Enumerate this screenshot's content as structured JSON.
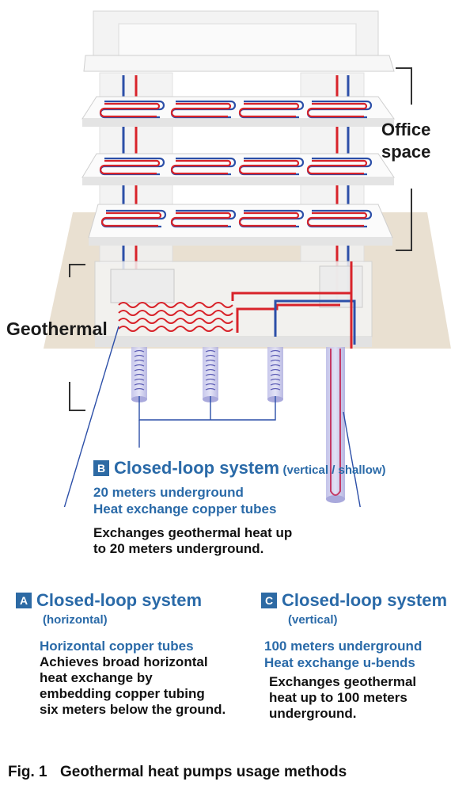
{
  "labels": {
    "office_line1": "Office",
    "office_line2": "space",
    "geothermal": "Geothermal"
  },
  "systems": {
    "b": {
      "letter": "B",
      "title": "Closed-loop system",
      "subtitle": "(vertical / shallow)",
      "line1": "20 meters underground",
      "line2": "Heat exchange copper tubes",
      "desc1": "Exchanges geothermal heat up",
      "desc2": "to 20 meters underground."
    },
    "a": {
      "letter": "A",
      "title": "Closed-loop system",
      "subtitle": "(horizontal)",
      "line1": "Horizontal copper tubes",
      "desc1": "Achieves broad horizontal",
      "desc2": "heat exchange by",
      "desc3": "embedding copper tubing",
      "desc4": "six meters below the ground."
    },
    "c": {
      "letter": "C",
      "title": "Closed-loop system",
      "subtitle": "(vertical)",
      "line1": "100 meters underground",
      "line2": "Heat exchange u-bends",
      "desc1": "Exchanges geothermal",
      "desc2": "heat up to 100 meters",
      "desc3": "underground."
    }
  },
  "caption": {
    "fig": "Fig. 1",
    "text": "Geothermal heat pumps usage methods"
  },
  "colors": {
    "hot_pipe": "#d8232a",
    "cold_pipe": "#2c4fa8",
    "accent_text": "#2a6aa8",
    "ground": "#e8dfd0"
  }
}
